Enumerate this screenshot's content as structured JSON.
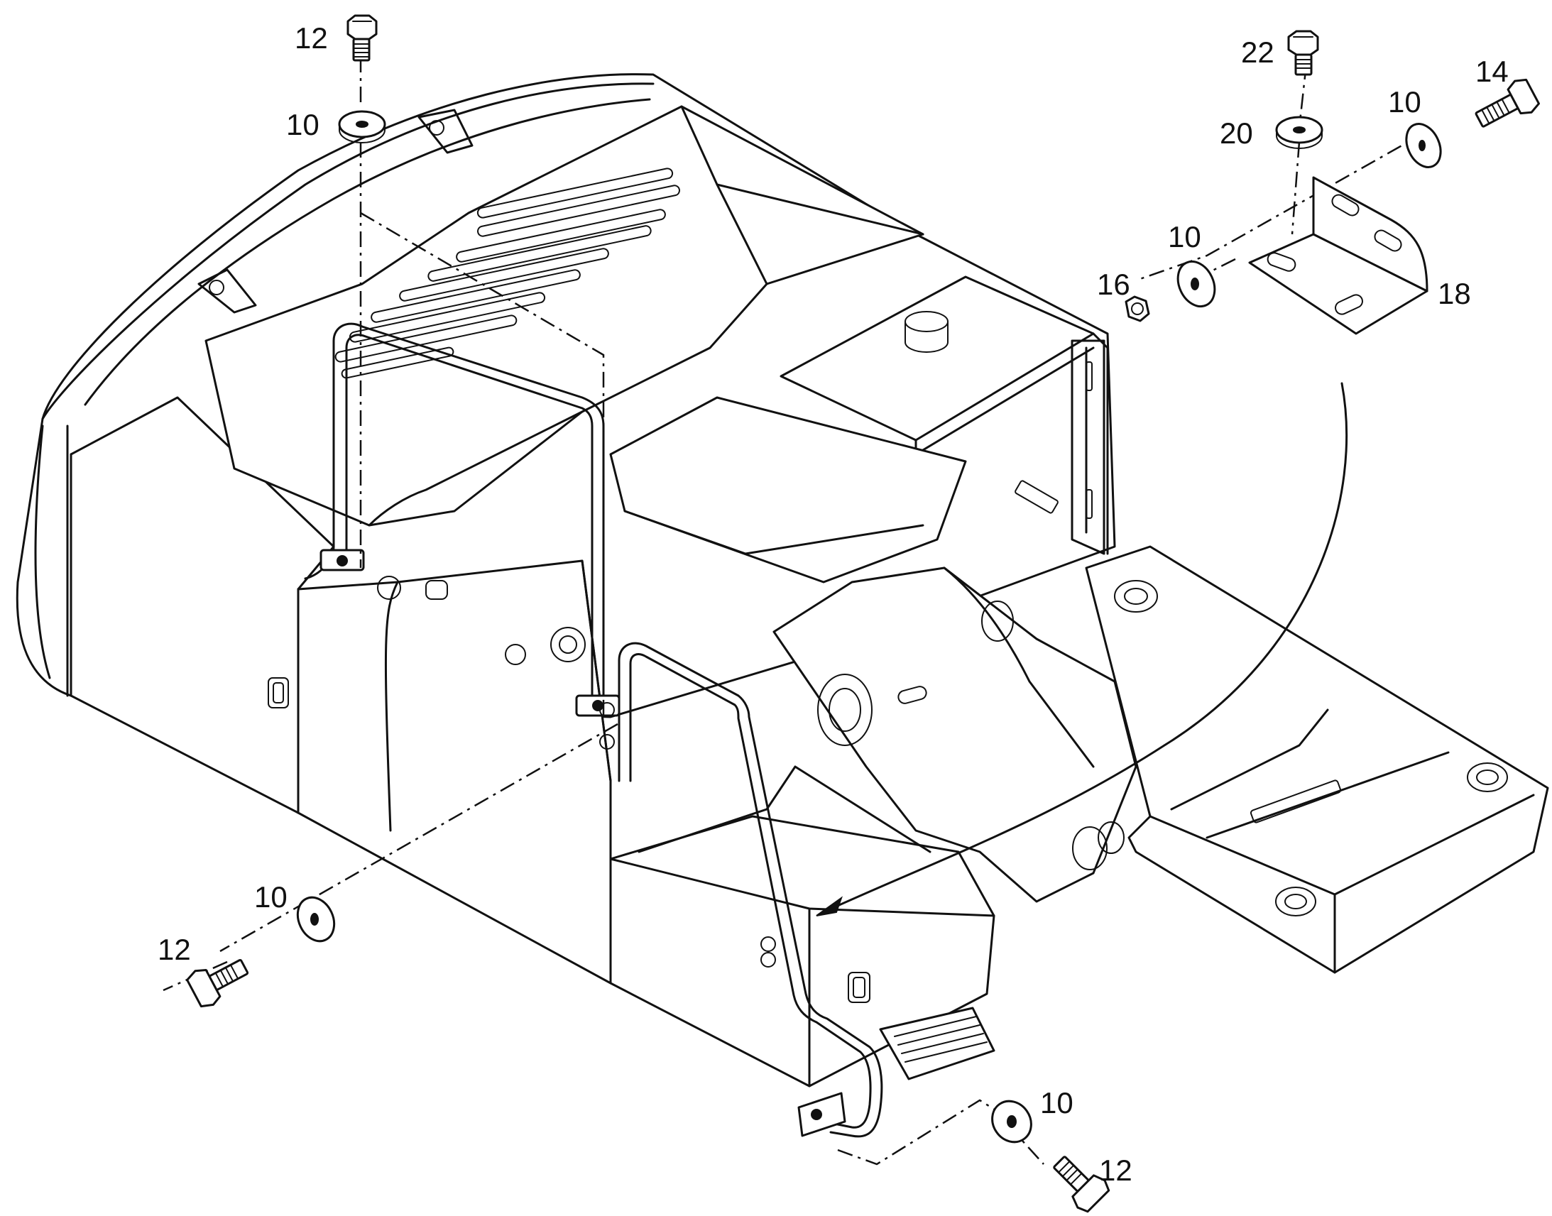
{
  "callouts": [
    {
      "id": "c-12-top",
      "text": "12"
    },
    {
      "id": "c-10-top",
      "text": "10"
    },
    {
      "id": "c-22",
      "text": "22"
    },
    {
      "id": "c-20",
      "text": "20"
    },
    {
      "id": "c-14",
      "text": "14"
    },
    {
      "id": "c-10-right",
      "text": "10"
    },
    {
      "id": "c-10-mid",
      "text": "10"
    },
    {
      "id": "c-16",
      "text": "16"
    },
    {
      "id": "c-18",
      "text": "18"
    },
    {
      "id": "c-10-left",
      "text": "10"
    },
    {
      "id": "c-12-left",
      "text": "12"
    },
    {
      "id": "c-10-bottom",
      "text": "10"
    },
    {
      "id": "c-12-bottom",
      "text": "12"
    }
  ]
}
